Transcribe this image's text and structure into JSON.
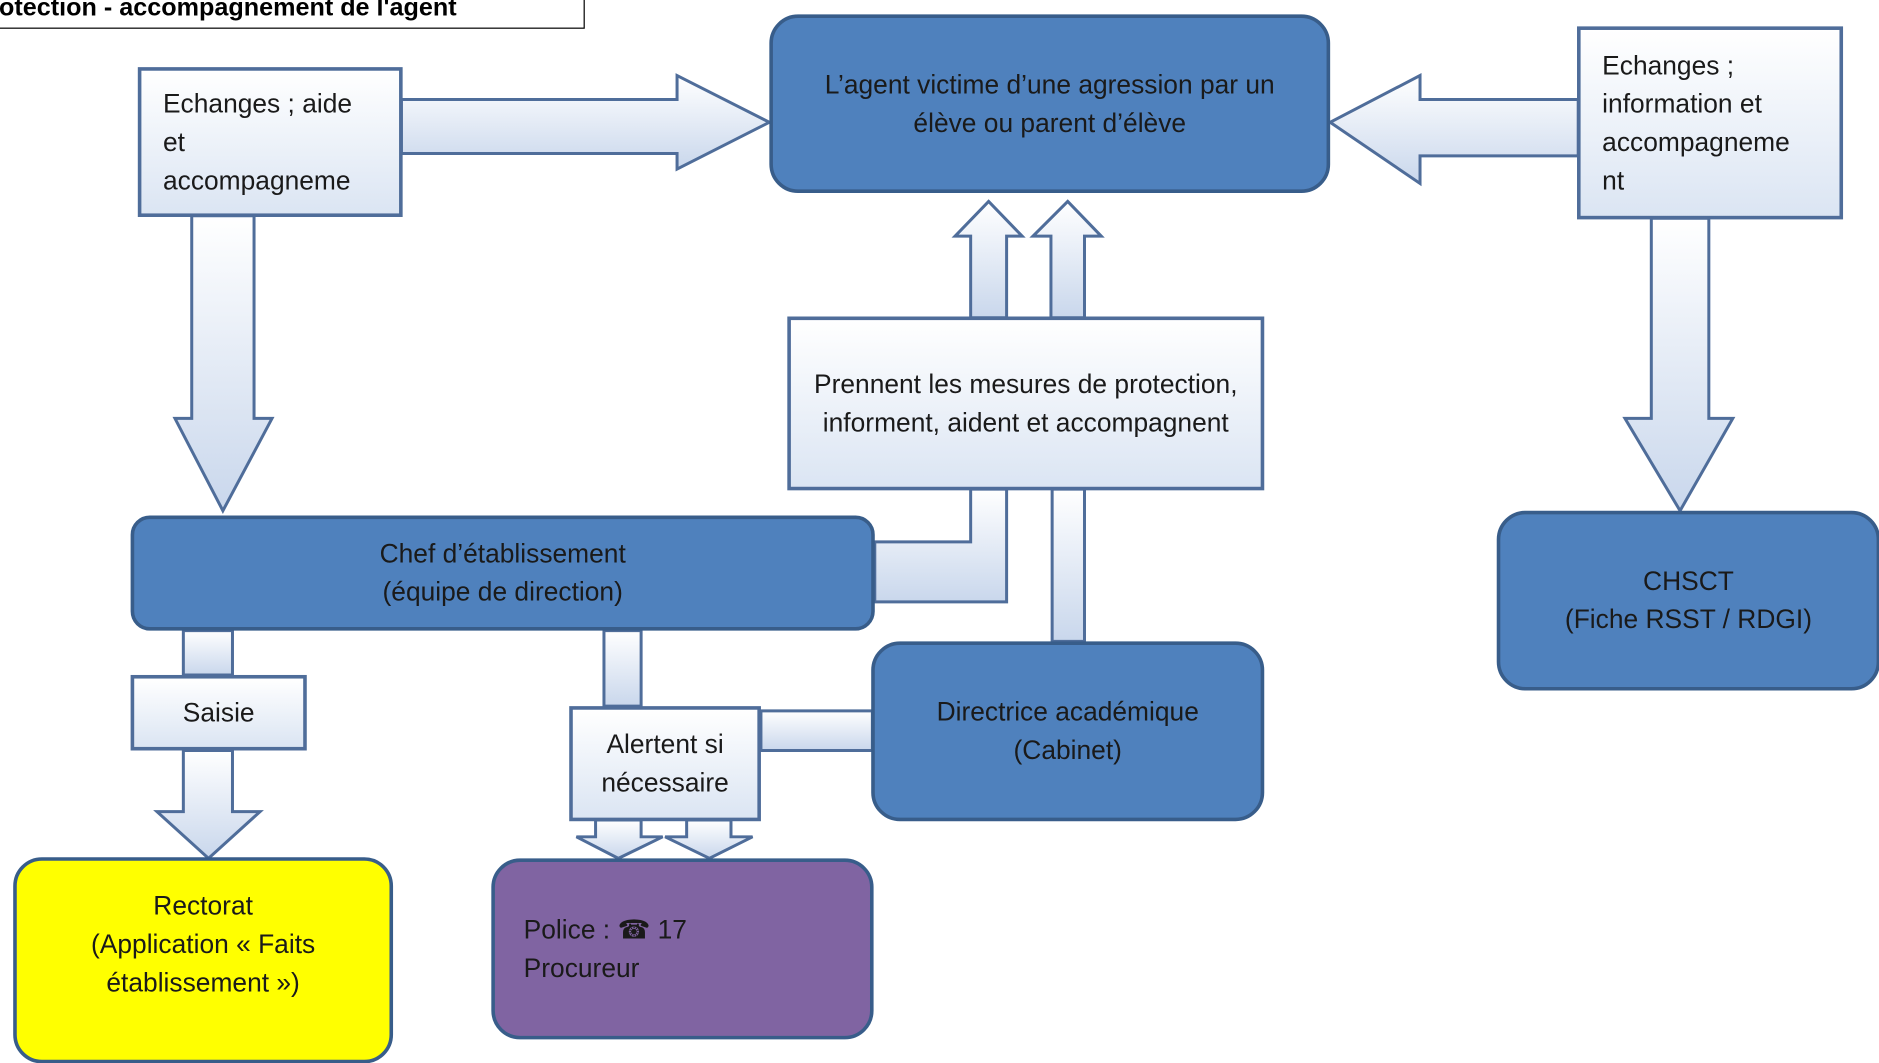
{
  "header": {
    "title": "rotection - accompagnement de l'agent"
  },
  "nodes": {
    "victim": "L’agent victime d’une agression par un élève ou parent d’élève",
    "exchanges_left": "Echanges ; aide\net\naccompagneme",
    "exchanges_right": "Echanges ;\ninformation et\naccompagneme\nnt",
    "measures": "Prennent les mesures de protection, informent, aident et accompagnent",
    "chef": "Chef d’établissement\n(équipe de direction)",
    "chsct": "CHSCT\n(Fiche RSST / RDGI)",
    "saisie": "Saisie",
    "alert": "Alertent si\nnécessaire",
    "directrice": "Directrice académique\n(Cabinet)",
    "rectorat": "Rectorat\n(Application « Faits\nétablissement »)",
    "police": "Police : ☎ 17\nProcureur"
  },
  "colors": {
    "blue_fill": "#4f81bd",
    "blue_border": "#385d8a",
    "light_fill": "#dbe5f3",
    "yellow_fill": "#ffff00",
    "purple_fill": "#8064a2"
  }
}
